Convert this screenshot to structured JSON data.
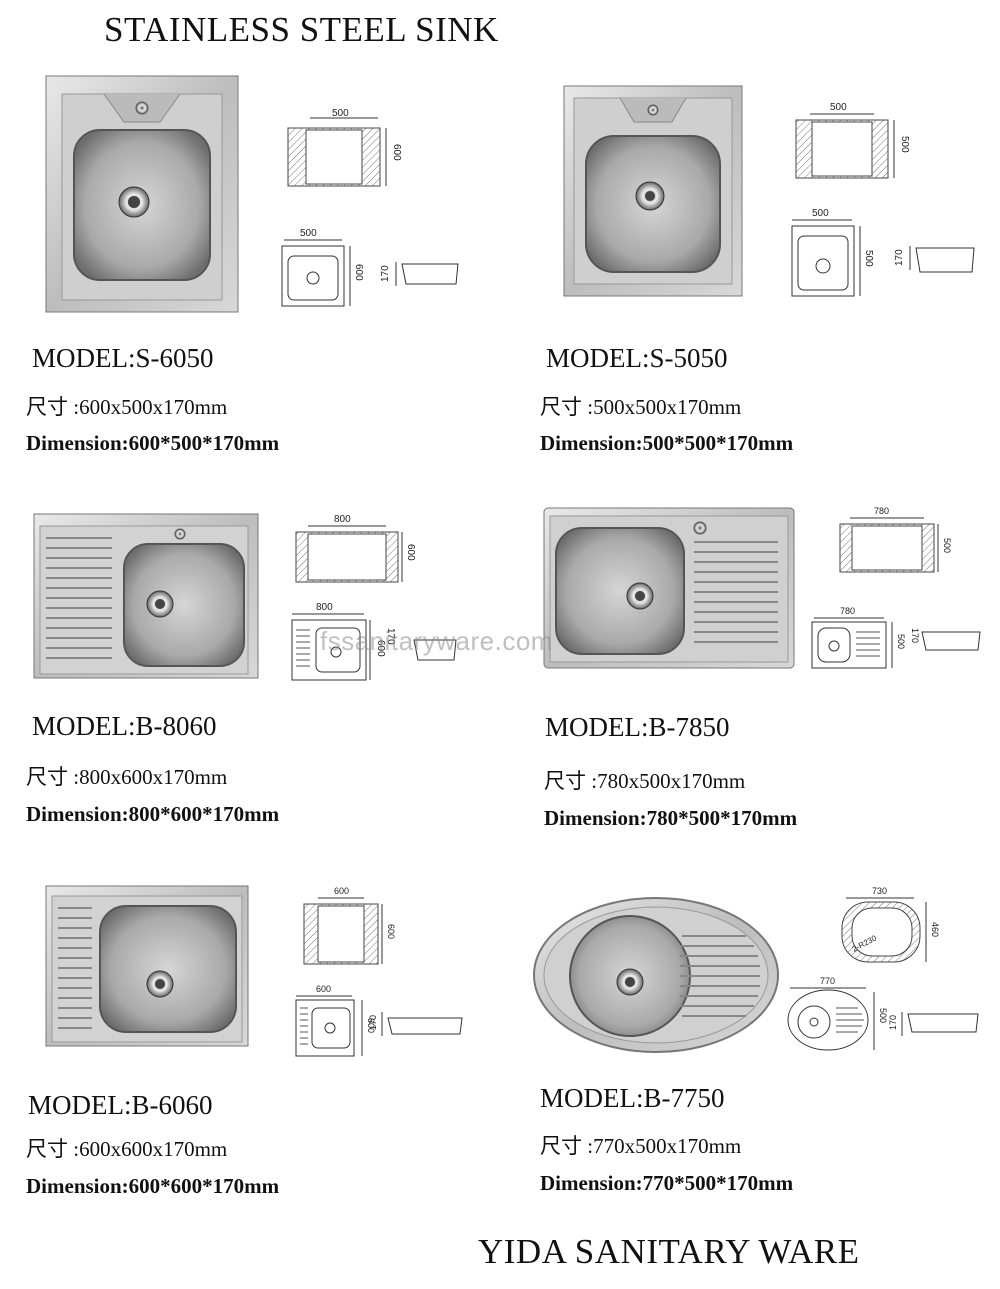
{
  "title": "STAINLESS STEEL SINK",
  "footer": "YIDA SANITARY WARE",
  "watermark": "fssanitaryware.com",
  "products": [
    {
      "model": "MODEL:S-6050",
      "size": "尺寸 :600x500x170mm",
      "dimension": "Dimension:600*500*170mm",
      "top_w": "500",
      "top_h": "600",
      "bot_w": "500",
      "bot_h": "600",
      "depth": "170"
    },
    {
      "model": "MODEL:S-5050",
      "size": "尺寸 :500x500x170mm",
      "dimension": "Dimension:500*500*170mm",
      "top_w": "500",
      "top_h": "500",
      "bot_w": "500",
      "bot_h": "500",
      "depth": "170"
    },
    {
      "model": "MODEL:B-8060",
      "size": "尺寸 :800x600x170mm",
      "dimension": "Dimension:800*600*170mm",
      "top_w": "800",
      "top_h": "600",
      "bot_w": "800",
      "bot_h": "600",
      "depth": "170"
    },
    {
      "model": "MODEL:B-7850",
      "size": "尺寸 :780x500x170mm",
      "dimension": "Dimension:780*500*170mm",
      "top_w": "780",
      "top_h": "500",
      "bot_w": "780",
      "bot_h": "500",
      "depth": "170"
    },
    {
      "model": "MODEL:B-6060",
      "size": "尺寸 :600x600x170mm",
      "dimension": "Dimension:600*600*170mm",
      "top_w": "600",
      "top_h": "600",
      "bot_w": "600",
      "bot_h": "600",
      "depth": "170"
    },
    {
      "model": "MODEL:B-7750",
      "size": "尺寸 :770x500x170mm",
      "dimension": "Dimension:770*500*170mm",
      "top_w": "730",
      "top_h": "460",
      "radius": "2-R230",
      "bot_w": "770",
      "bot_h": "500",
      "depth": "170"
    }
  ]
}
